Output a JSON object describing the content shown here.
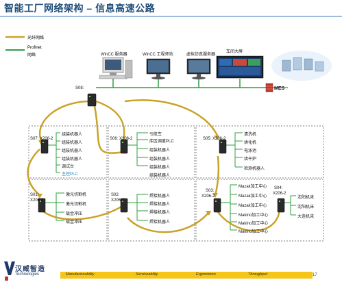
{
  "title": "智能工厂网络架构 – 信息高速公路",
  "legend": {
    "fiber": "光纤网络",
    "profinet_line1": "Profinet",
    "profinet_line2": "网络"
  },
  "servers": {
    "wincc_server": "WinCC 服务器",
    "wincc_station": "WinCC 工程师站",
    "virtual_server": "虚拟仿真服务器",
    "big_screen": "车间大屏",
    "mes": "MES"
  },
  "switches": {
    "s08": "S08:",
    "s07": "S07: X206-2",
    "s06": "S06: X206-2",
    "s05": "S05: X206-2",
    "s01_a": "S01:",
    "s01_b": "X206-2",
    "s02_a": "S02:",
    "s02_b": "X206-2",
    "s03_a": "S03:",
    "s03_b": "X206-2",
    "s04_a": "S04:",
    "s04_b": "X206-2"
  },
  "cells": {
    "s07": [
      "组装机器人",
      "组装机器人",
      "组装机器人",
      "组装机器人",
      "调试台",
      "主控PLC"
    ],
    "s06": [
      "引航车",
      "库区调度PLC",
      "组装机器人",
      "组装机器人",
      "组装机器人",
      "组装机器人"
    ],
    "s05": [
      "清洗机",
      "烘化机",
      "电泳池",
      "烘干炉",
      "检测机器人"
    ],
    "s01": [
      "激光切割机",
      "激光切割机",
      "钣金冲压",
      "钣金冲压"
    ],
    "s02": [
      "焊接机器人",
      "焊接机器人",
      "焊接机器人",
      "焊接机器人"
    ],
    "s03": [
      "Mazak加工中心",
      "Mazak加工中心",
      "Mazak加工中心",
      "Makino加工中心",
      "Makino加工中心",
      "Makino加工中心"
    ],
    "s04": [
      "沈阳机床",
      "沈阳机床",
      "大连机床"
    ]
  },
  "footer": {
    "brand_name": "汉威智造",
    "brand_sub": "Technologies",
    "items": [
      "Manufacturability",
      "Serviceability",
      "Ergonomics",
      "Throughput"
    ],
    "page": "17"
  },
  "colors": {
    "fiber": "#c9a227",
    "profinet": "#2e9e3e",
    "title": "#1f4e79",
    "footer_bar": "#f5c518"
  }
}
